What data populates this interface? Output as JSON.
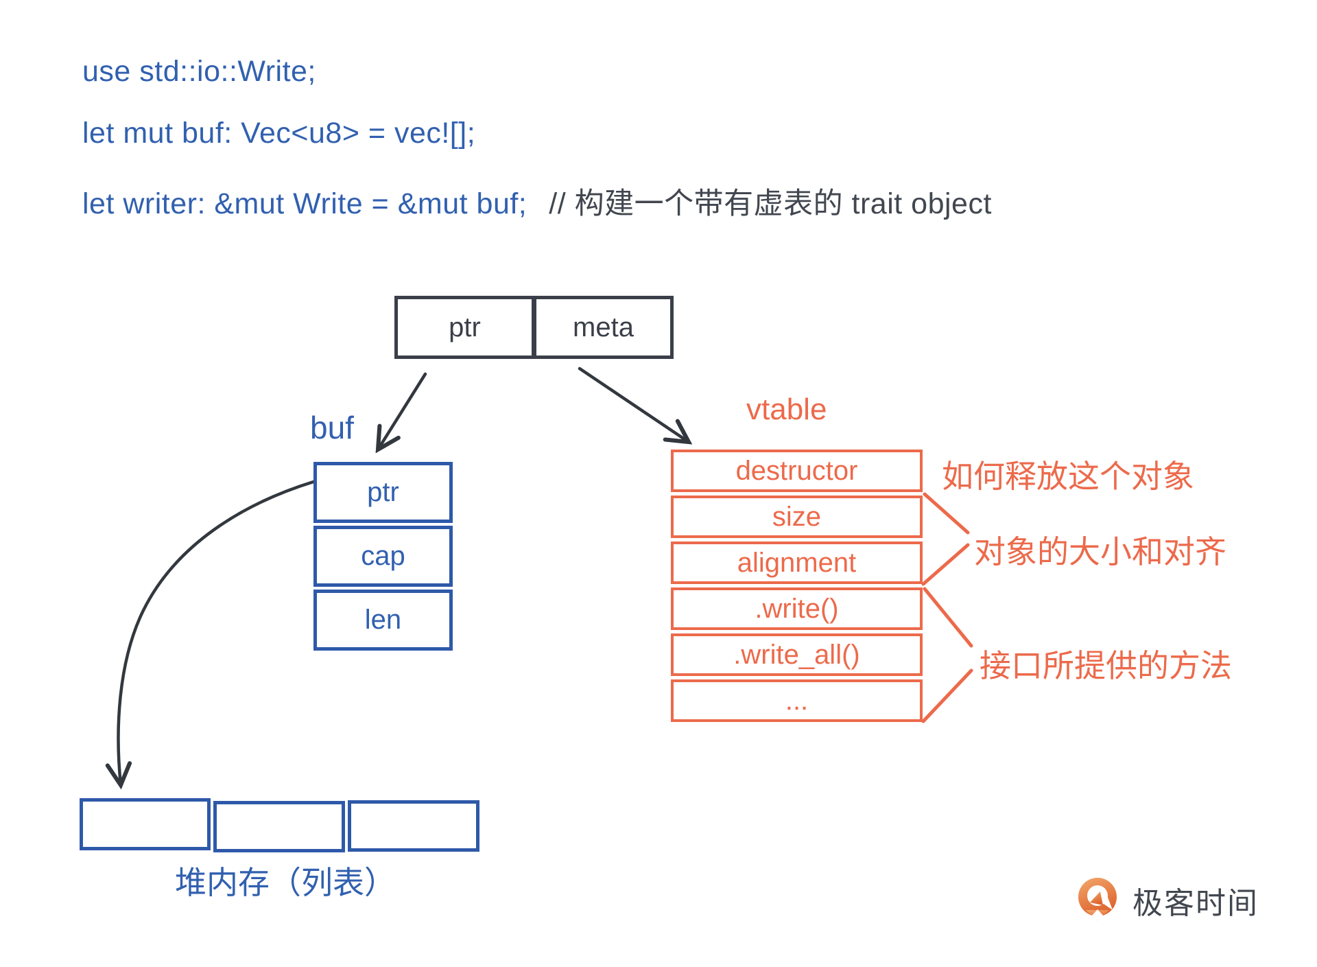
{
  "code": {
    "line1": "use std::io::Write;",
    "line2": "let mut buf: Vec<u8> = vec![];",
    "line3": "let writer: &mut Write = &mut buf;",
    "line3_comment": "// 构建一个带有虚表的 trait object"
  },
  "fat_pointer": {
    "cells": [
      "ptr",
      "meta"
    ]
  },
  "buf_struct": {
    "label": "buf",
    "rows": [
      "ptr",
      "cap",
      "len"
    ]
  },
  "vtable": {
    "label": "vtable",
    "rows": [
      "destructor",
      "size",
      "alignment",
      ".write()",
      ".write_all()",
      "..."
    ]
  },
  "annotations": {
    "destructor": "如何释放这个对象",
    "size_alignment": "对象的大小和对齐",
    "methods": "接口所提供的方法"
  },
  "heap": {
    "label": "堆内存（列表）",
    "cell_count": 3
  },
  "logo": {
    "text": "极客时间"
  },
  "colors": {
    "code_blue": "#3160AF",
    "struct_blue": "#2E59A9",
    "vtable_orange": "#EC6A4B",
    "dark_gray": "#3A3F49"
  }
}
